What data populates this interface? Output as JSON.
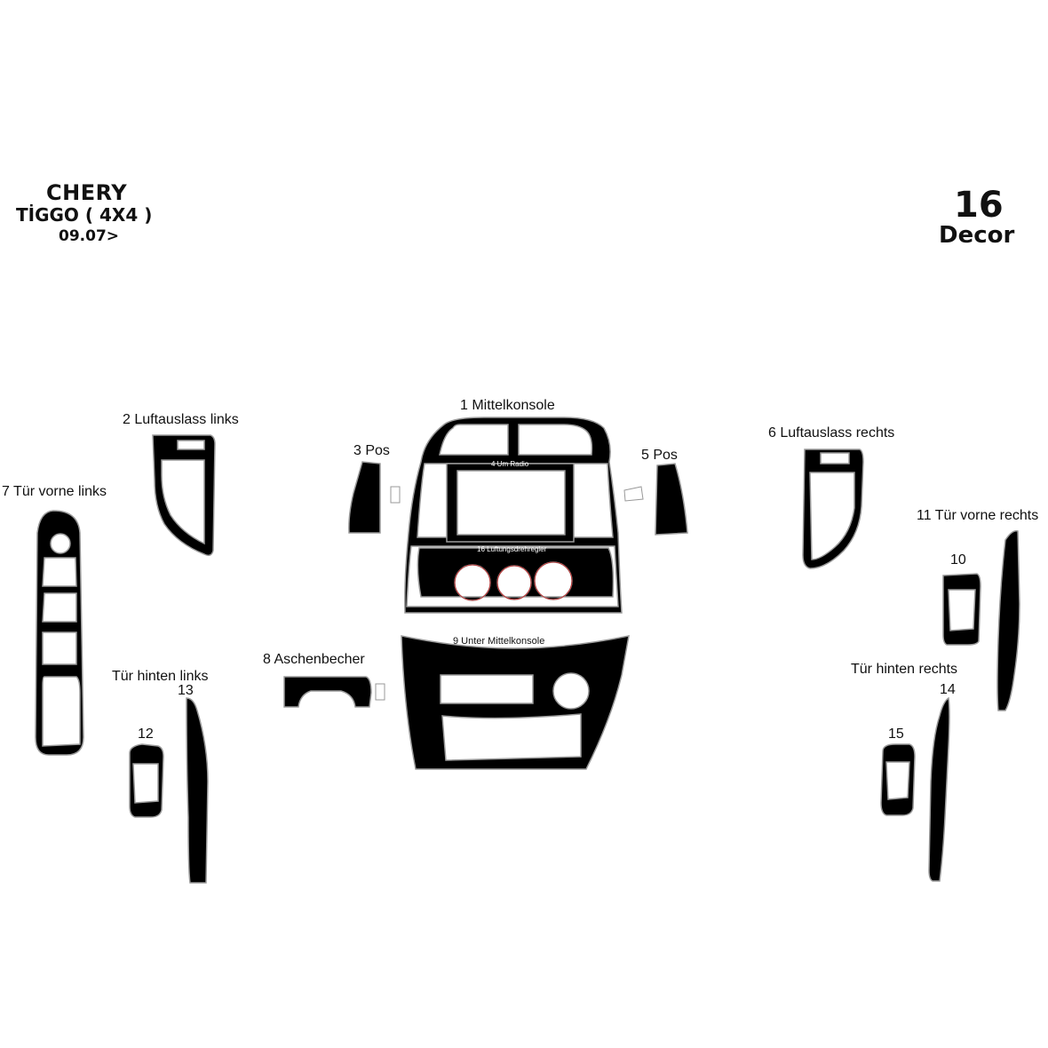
{
  "header": {
    "make": "CHERY",
    "model": "TİGGO ( 4X4 )",
    "date": "09.07>",
    "decor_count": "16",
    "decor_label": "Decor"
  },
  "parts": {
    "p1": "1  Mittelkonsole",
    "p2": "2  Luftauslass links",
    "p3": "3  Pos",
    "p4": "4  Um Radio",
    "p5": "5  Pos",
    "p6": "6  Luftauslass rechts",
    "p7": "7  Tür vorne links",
    "p8": "8  Aschenbecher",
    "p9": "9  Unter Mittelkonsole",
    "p10": "10",
    "p11": "11 Tür vorne rechts",
    "p12": "12",
    "p13": "13",
    "p14": "14",
    "p15": "15",
    "p16": "16 Luftungsdrehregler",
    "rear_left": "Tür hinten links",
    "rear_right": "Tür hinten rechts"
  },
  "colors": {
    "piece": "#000000",
    "edge": "#9a9a9a",
    "background": "#ffffff"
  }
}
